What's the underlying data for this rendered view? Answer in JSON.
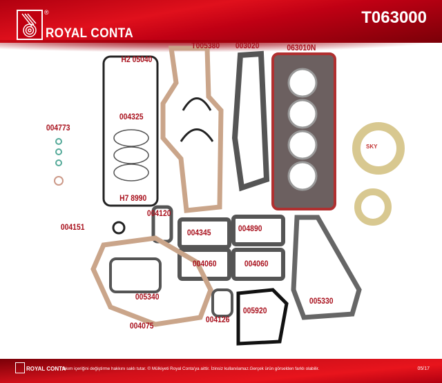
{
  "header": {
    "brand": "ROYAL CONTA",
    "registered": "®",
    "kit_code": "T063000"
  },
  "labels": [
    {
      "id": "T005380"
    },
    {
      "id": "003020"
    },
    {
      "id": "063010N"
    },
    {
      "id": "H2 05040"
    },
    {
      "id": "004325"
    },
    {
      "id": "004773"
    },
    {
      "id": "H7 8990"
    },
    {
      "id": "004120"
    },
    {
      "id": "004151"
    },
    {
      "id": "004345"
    },
    {
      "id": "004890"
    },
    {
      "id": "004060"
    },
    {
      "id": "004060"
    },
    {
      "id": "005340"
    },
    {
      "id": "005330"
    },
    {
      "id": "005920"
    },
    {
      "id": "004126"
    },
    {
      "id": "004075"
    }
  ],
  "seal_brand": "SKY",
  "footer": {
    "brand": "ROYAL CONTA",
    "notice": "takım içeriğini değiştirme hakkını saklı tutar. © Mülkiyeti Royal Conta'ya aittir. İzinsiz kullanılamaz.Gerçek ürün görselden farklı olabilir.",
    "page": "05/17"
  },
  "colors": {
    "brand_red": "#d0101a",
    "label_red": "#a8101c",
    "cork": "#d9b9a0"
  }
}
